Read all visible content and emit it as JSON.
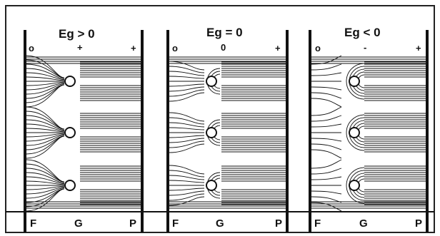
{
  "panels": [
    {
      "title": "Eg > 0",
      "top_left": "o",
      "top_mid": "+",
      "top_right": "+",
      "bottom": [
        "F",
        "G",
        "P"
      ],
      "mode": "positive"
    },
    {
      "title": "Eg = 0",
      "top_left": "o",
      "top_mid": "0",
      "top_right": "+",
      "bottom": [
        "F",
        "G",
        "P"
      ],
      "mode": "zero"
    },
    {
      "title": "Eg < 0",
      "top_left": "o",
      "top_mid": "-",
      "top_right": "+",
      "bottom": [
        "F",
        "G",
        "P"
      ],
      "mode": "negative"
    }
  ],
  "colors": {
    "ink": "#111111",
    "border": "#222222",
    "background": "#ffffff"
  }
}
